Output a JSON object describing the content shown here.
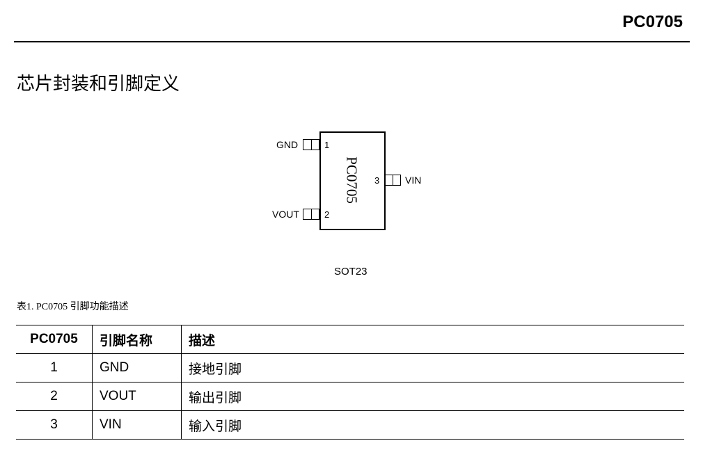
{
  "header": {
    "doc_id": "PC0705"
  },
  "section_title": "芯片封装和引脚定义",
  "diagram": {
    "chip_name": "PC0705",
    "package": "SOT23",
    "pins": [
      {
        "num": "1",
        "name": "GND"
      },
      {
        "num": "2",
        "name": "VOUT"
      },
      {
        "num": "3",
        "name": "VIN"
      }
    ]
  },
  "table": {
    "caption": "表1. PC0705 引脚功能描述",
    "headers": [
      "PC0705",
      "引脚名称",
      "描述"
    ],
    "rows": [
      [
        "1",
        "GND",
        "接地引脚"
      ],
      [
        "2",
        "VOUT",
        "输出引脚"
      ],
      [
        "3",
        "VIN",
        "输入引脚"
      ]
    ]
  }
}
